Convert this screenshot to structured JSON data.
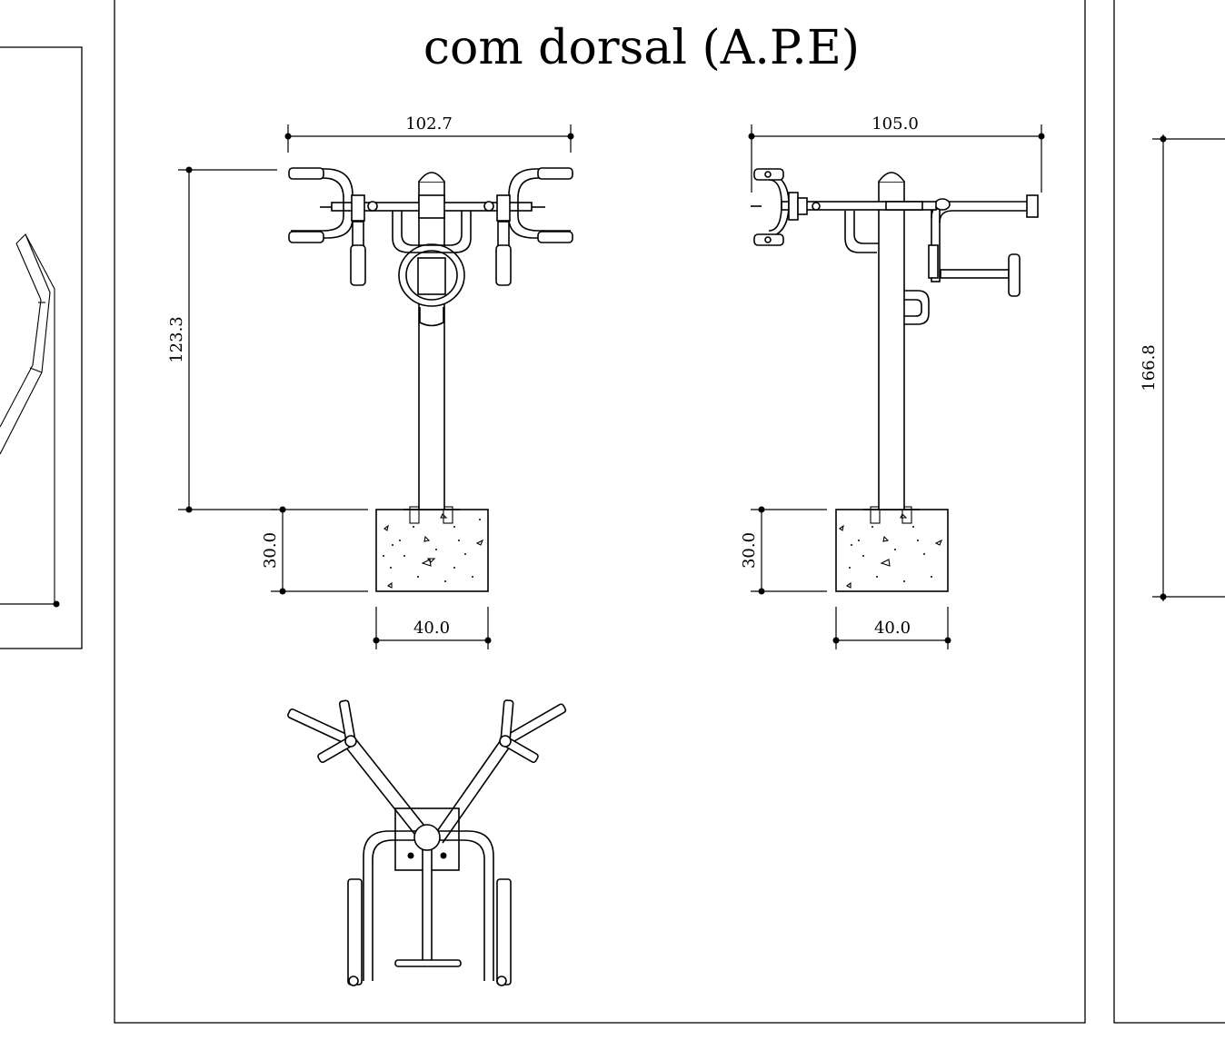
{
  "title": {
    "line2": "com dorsal (A.P.E)"
  },
  "dimensions": {
    "front_width": "102.7",
    "front_height": "123.3",
    "front_base_height": "30.0",
    "front_base_width": "40.0",
    "side_width": "105.0",
    "side_base_height": "30.0",
    "side_base_width": "40.0",
    "right_panel_height": "166.8"
  }
}
